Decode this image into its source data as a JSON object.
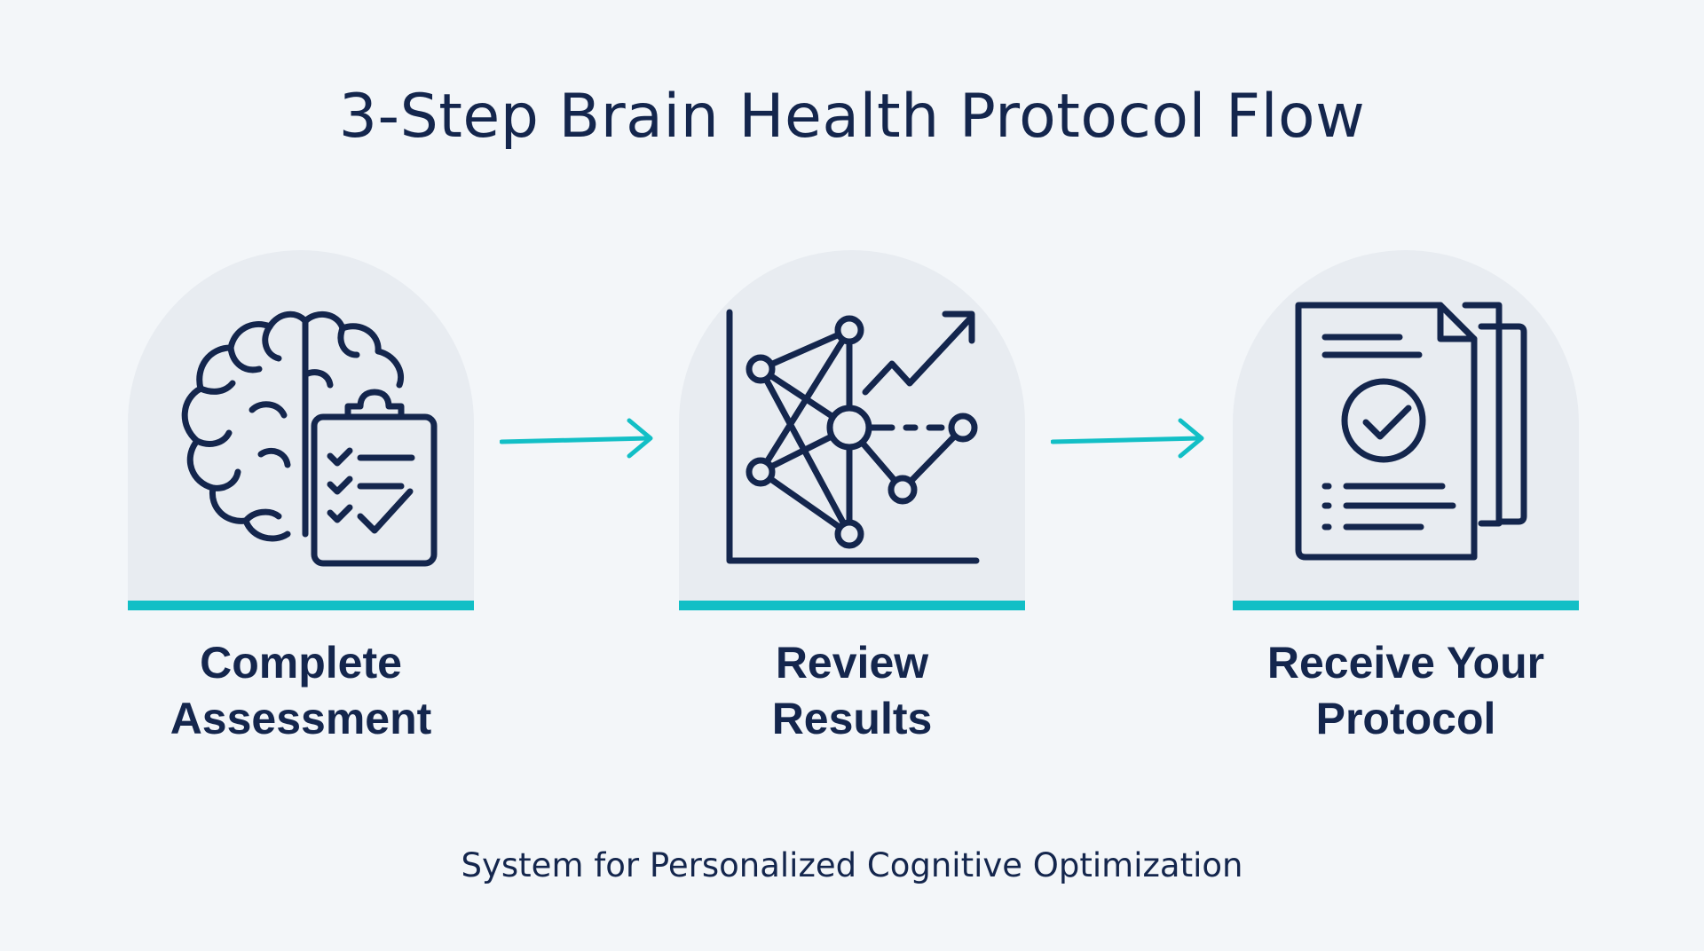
{
  "header": {
    "title": "3-Step Brain Health Protocol Flow"
  },
  "steps": [
    {
      "icon": "brain-clipboard-icon",
      "label_line1": "Complete",
      "label_line2": "Assessment"
    },
    {
      "icon": "network-graph-icon",
      "label_line1": "Review",
      "label_line2": "Results"
    },
    {
      "icon": "protocol-document-icon",
      "label_line1": "Receive Your",
      "label_line2": "Protocol"
    }
  ],
  "footer": {
    "subtitle": "System for Personalized Cognitive Optimization"
  },
  "colors": {
    "navy": "#14264d",
    "teal": "#12bfc6",
    "arch": "#e8ecf1",
    "background": "#f3f6f9"
  }
}
